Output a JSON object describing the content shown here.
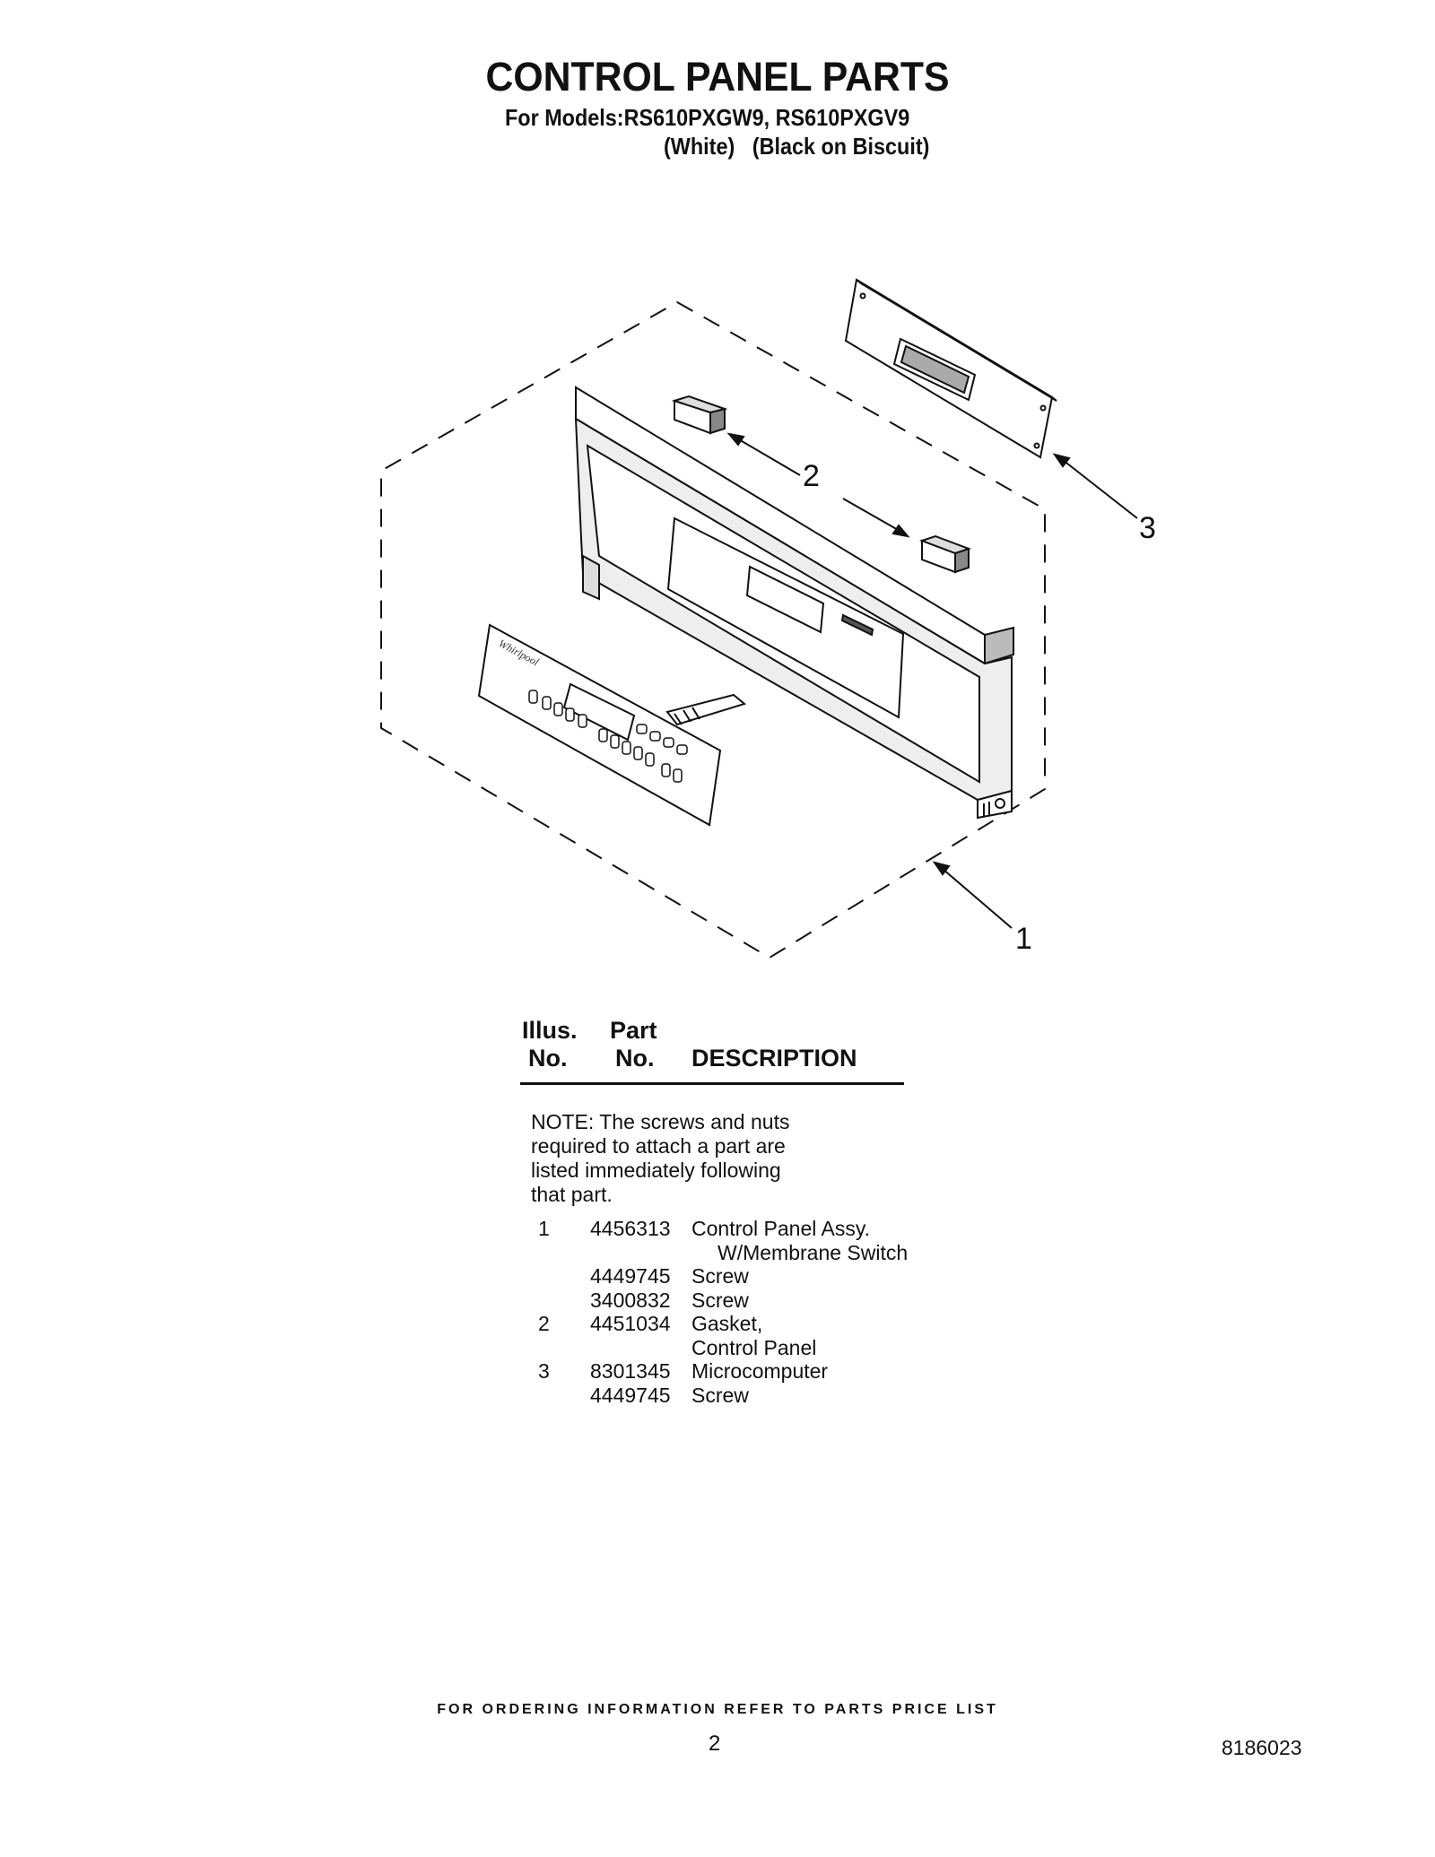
{
  "header": {
    "title": "CONTROL PANEL PARTS",
    "models_line": "For Models:RS610PXGW9, RS610PXGV9",
    "colors_line": "(White)   (Black on Biscuit)"
  },
  "diagram": {
    "callouts": [
      "1",
      "2",
      "3"
    ]
  },
  "parts_table": {
    "headers": {
      "illus_top": "Illus.",
      "illus_bottom": "No.",
      "part_top": "Part",
      "part_bottom": "No.",
      "description": "DESCRIPTION"
    },
    "note_lines": [
      "NOTE: The screws and nuts",
      "required to attach a part are",
      "listed immediately following",
      "that part."
    ],
    "rows": [
      {
        "illus": "1",
        "part": "4456313",
        "desc": "Control Panel Assy."
      },
      {
        "illus": "",
        "part": "",
        "desc": "W/Membrane Switch"
      },
      {
        "illus": "",
        "part": "4449745",
        "desc": "Screw"
      },
      {
        "illus": "",
        "part": "3400832",
        "desc": "Screw"
      },
      {
        "illus": "2",
        "part": "4451034",
        "desc": "Gasket,"
      },
      {
        "illus": "",
        "part": "",
        "desc": "Control Panel"
      },
      {
        "illus": "3",
        "part": "8301345",
        "desc": "Microcomputer"
      },
      {
        "illus": "",
        "part": "4449745",
        "desc": "Screw"
      }
    ]
  },
  "footer": {
    "ordering": "FOR ORDERING INFORMATION REFER TO PARTS PRICE LIST",
    "page_number": "2",
    "doc_number": "8186023"
  }
}
